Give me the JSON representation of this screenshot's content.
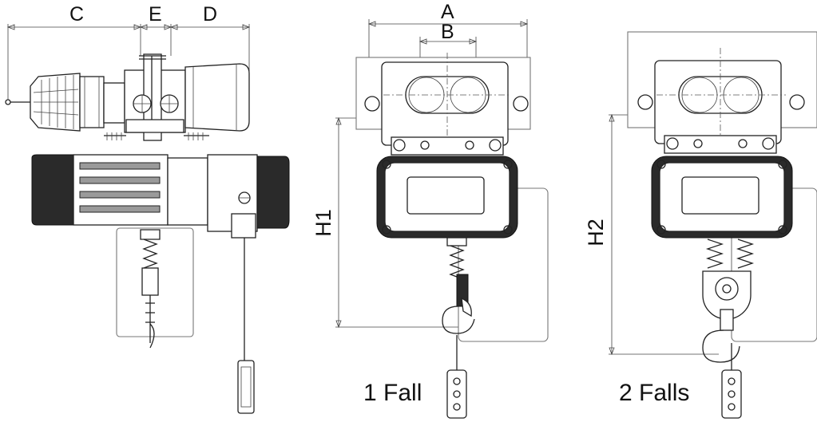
{
  "dimension_labels": {
    "c": "C",
    "e": "E",
    "d": "D",
    "a": "A",
    "b": "B",
    "h1": "H1",
    "h2": "H2"
  },
  "captions": {
    "single_fall": "1 Fall",
    "double_fall": "2 Falls"
  }
}
